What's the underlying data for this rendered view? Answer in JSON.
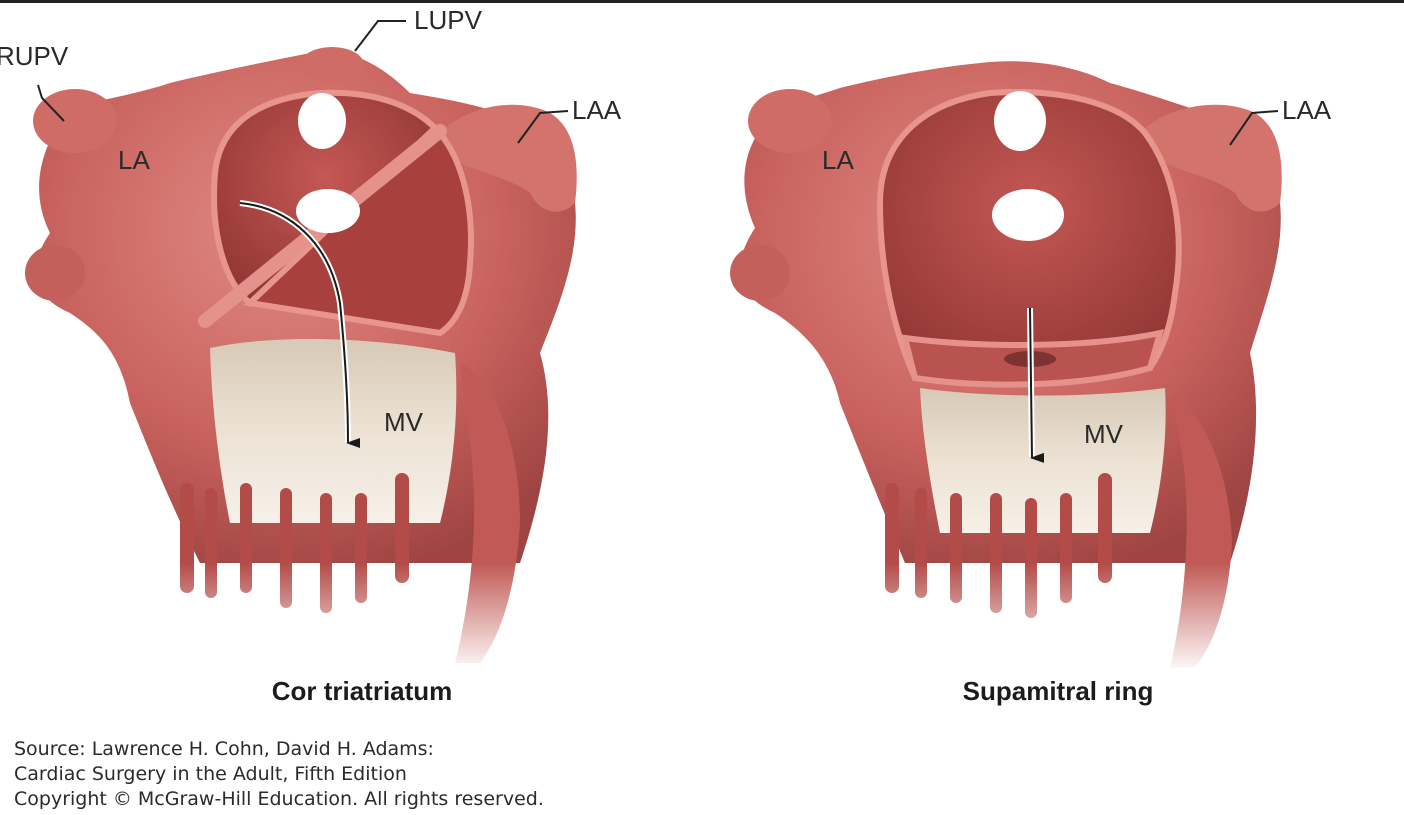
{
  "colors": {
    "heart_outer": "#c9625e",
    "heart_dark": "#9b3b3a",
    "heart_inner": "#b14a48",
    "heart_rim": "#e6928c",
    "valve": "#e4d8c8",
    "valve_shadow": "#c9b8a4",
    "arrow": "#1a1a1a"
  },
  "panels": [
    {
      "caption": "Cor triatriatum",
      "labels": {
        "rupv": "RUPV",
        "lupv": "LUPV",
        "laa": "LAA",
        "la": "LA",
        "mv": "MV"
      }
    },
    {
      "caption": "Supamitral ring",
      "labels": {
        "laa": "LAA",
        "la": "LA",
        "mv": "MV"
      }
    }
  ],
  "source": {
    "line1": "Source: Lawrence H. Cohn, David H. Adams:",
    "line2": "Cardiac Surgery in the Adult, Fifth Edition",
    "line3": "Copyright © McGraw-Hill Education. All rights reserved."
  }
}
